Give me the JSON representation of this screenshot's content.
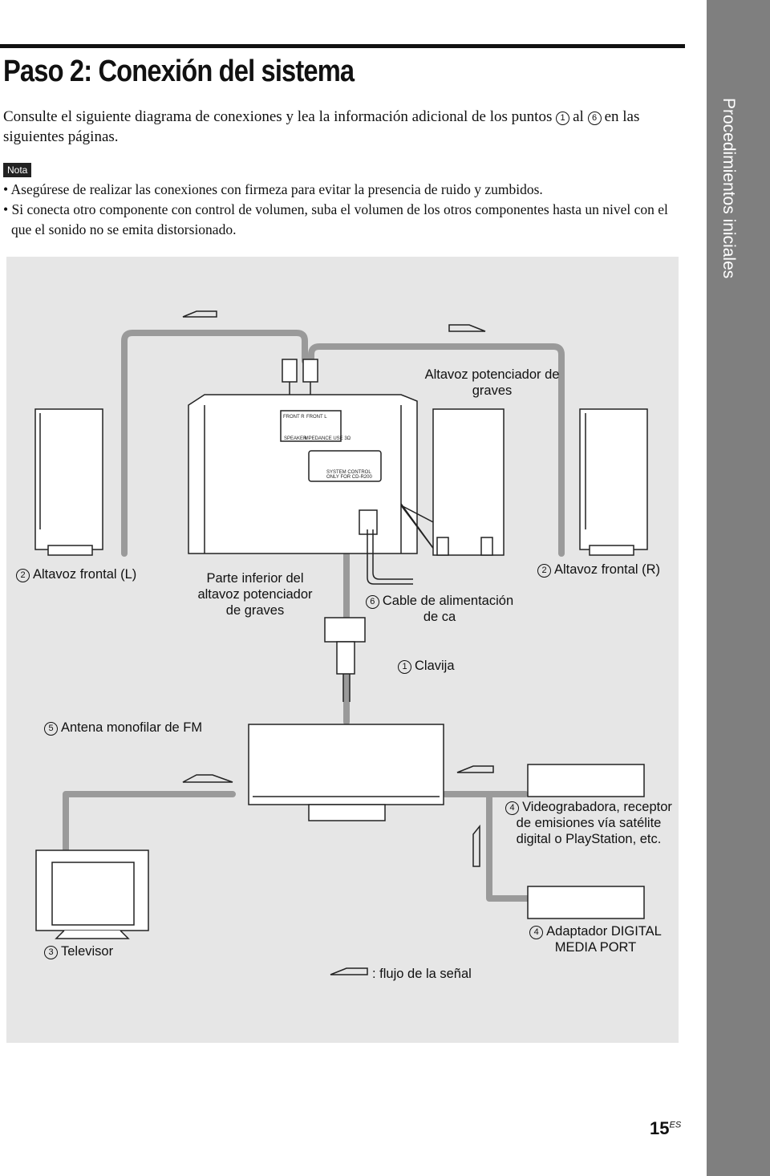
{
  "page": {
    "title": "Paso 2: Conexión del sistema",
    "intro_text": "Consulte el siguiente diagrama de conexiones y lea la información adicional de los puntos",
    "intro_from": "1",
    "intro_al": "al",
    "intro_to": "6",
    "intro_end": "en las siguientes páginas.",
    "note_badge": "Nota",
    "notes": [
      "• Asegúrese de realizar las conexiones con firmeza para evitar la presencia de ruido y zumbidos.",
      "• Si conecta otro componente con control de volumen, suba el volumen de los otros componentes hasta un nivel con el que el sonido no se emita distorsionado."
    ],
    "sidebar_label": "Procedimientos iniciales",
    "page_number": "15",
    "page_suffix": "ES"
  },
  "diagram": {
    "subwoofer_label": "Altavoz potenciador de graves",
    "front_left": {
      "num": "2",
      "text": "Altavoz frontal (L)"
    },
    "front_right": {
      "num": "2",
      "text": "Altavoz frontal (R)"
    },
    "bottom_label": "Parte inferior del altavoz potenciador de graves",
    "power_cable": {
      "num": "6",
      "text": "Cable de alimentación de ca"
    },
    "plug": {
      "num": "1",
      "text": "Clavija"
    },
    "fm_antenna": {
      "num": "5",
      "text": "Antena monofilar de FM"
    },
    "vcr": {
      "num": "4",
      "text": "Videograbadora, receptor de emisiones vía satélite digital o PlayStation, etc."
    },
    "tv": {
      "num": "3",
      "text": "Televisor"
    },
    "adapter": {
      "num": "4",
      "text": "Adaptador DIGITAL MEDIA PORT"
    },
    "legend": ": flujo de la señal",
    "panel": {
      "front_r": "FRONT R",
      "front_l": "FRONT L",
      "speaker": "SPEAKER",
      "impedance": "IMPEDANCE USE 3Ω",
      "system_control": "SYSTEM CONTROL",
      "only_for": "ONLY FOR CD-R200"
    },
    "colors": {
      "background": "#e6e6e6",
      "cable": "#9a9a9a",
      "device": "#ffffff",
      "outline": "#222222"
    }
  }
}
